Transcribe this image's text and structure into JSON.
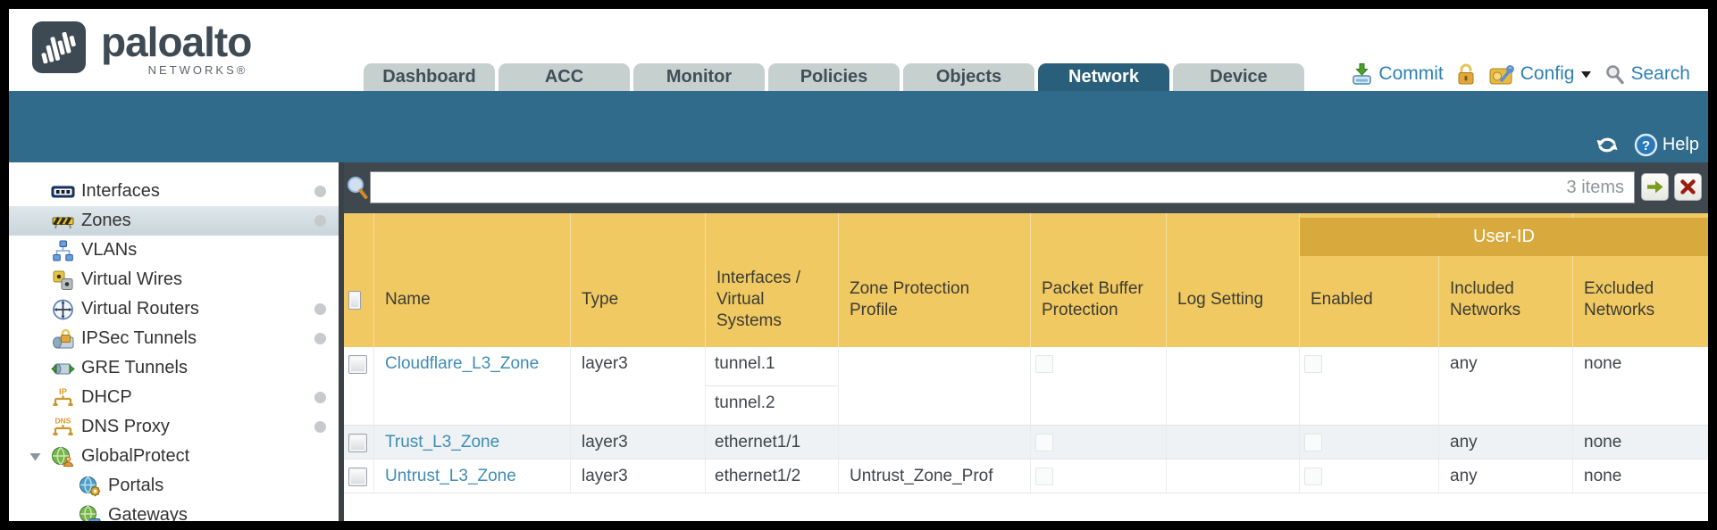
{
  "brand": {
    "name": "paloalto",
    "networks": "NETWORKS®"
  },
  "nav": {
    "tabs": [
      {
        "label": "Dashboard",
        "active": false
      },
      {
        "label": "ACC",
        "active": false
      },
      {
        "label": "Monitor",
        "active": false
      },
      {
        "label": "Policies",
        "active": false
      },
      {
        "label": "Objects",
        "active": false
      },
      {
        "label": "Network",
        "active": true
      },
      {
        "label": "Device",
        "active": false
      }
    ]
  },
  "utility": {
    "commit_label": "Commit",
    "config_label": "Config",
    "search_label": "Search"
  },
  "banner": {
    "help_label": "Help"
  },
  "filter": {
    "value": "",
    "items_count": "3 items"
  },
  "sidebar": {
    "items": [
      {
        "label": "Interfaces",
        "icon": "interfaces-icon",
        "dot": true
      },
      {
        "label": "Zones",
        "icon": "zones-icon",
        "dot": true,
        "selected": true
      },
      {
        "label": "VLANs",
        "icon": "vlans-icon"
      },
      {
        "label": "Virtual Wires",
        "icon": "virtual-wires-icon"
      },
      {
        "label": "Virtual Routers",
        "icon": "virtual-routers-icon",
        "dot": true
      },
      {
        "label": "IPSec Tunnels",
        "icon": "ipsec-tunnels-icon",
        "dot": true
      },
      {
        "label": "GRE Tunnels",
        "icon": "gre-tunnels-icon"
      },
      {
        "label": "DHCP",
        "icon": "dhcp-icon",
        "dot": true
      },
      {
        "label": "DNS Proxy",
        "icon": "dns-proxy-icon",
        "dot": true
      },
      {
        "label": "GlobalProtect",
        "icon": "globalprotect-icon",
        "expandable": true
      },
      {
        "label": "Portals",
        "icon": "portals-icon",
        "child": true
      },
      {
        "label": "Gateways",
        "icon": "gateways-icon",
        "child": true
      }
    ]
  },
  "table": {
    "group_header": "User-ID",
    "columns": [
      "Name",
      "Type",
      "Interfaces / Virtual Systems",
      "Zone Protection Profile",
      "Packet Buffer Protection",
      "Log Setting",
      "Enabled",
      "Included Networks",
      "Excluded Networks"
    ],
    "rows": [
      {
        "name": "Cloudflare_L3_Zone",
        "type": "layer3",
        "interfaces": [
          "tunnel.1",
          "tunnel.2"
        ],
        "zone_protection_profile": "",
        "packet_buffer_protection": false,
        "log_setting": "",
        "user_id_enabled": false,
        "included_networks": "any",
        "excluded_networks": "none"
      },
      {
        "name": "Trust_L3_Zone",
        "type": "layer3",
        "interfaces": [
          "ethernet1/1"
        ],
        "zone_protection_profile": "",
        "packet_buffer_protection": false,
        "log_setting": "",
        "user_id_enabled": false,
        "included_networks": "any",
        "excluded_networks": "none"
      },
      {
        "name": "Untrust_L3_Zone",
        "type": "layer3",
        "interfaces": [
          "ethernet1/2"
        ],
        "zone_protection_profile": "Untrust_Zone_Prof",
        "packet_buffer_protection": false,
        "log_setting": "",
        "user_id_enabled": false,
        "included_networks": "any",
        "excluded_networks": "none"
      }
    ]
  },
  "colors": {
    "accent_teal": "#316b8b",
    "header_amber": "#f0c962",
    "group_band_amber": "#d8aa3e",
    "link_blue": "#2f80b5",
    "active_tab": "#2a5f7b"
  }
}
